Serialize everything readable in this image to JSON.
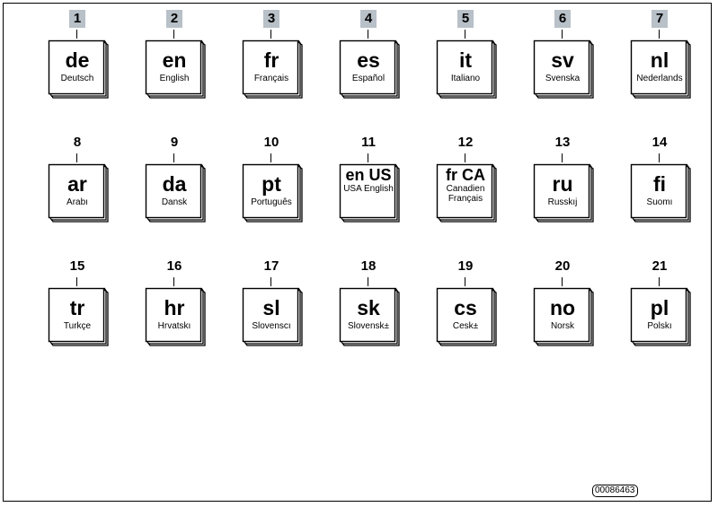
{
  "items": [
    {
      "n": "1",
      "code": "de",
      "name": "Deutsch",
      "hl": true
    },
    {
      "n": "2",
      "code": "en",
      "name": "English",
      "hl": true
    },
    {
      "n": "3",
      "code": "fr",
      "name": "Français",
      "hl": true
    },
    {
      "n": "4",
      "code": "es",
      "name": "Español",
      "hl": true
    },
    {
      "n": "5",
      "code": "it",
      "name": "Italiano",
      "hl": true
    },
    {
      "n": "6",
      "code": "sv",
      "name": "Svenska",
      "hl": true
    },
    {
      "n": "7",
      "code": "nl",
      "name": "Nederlands",
      "hl": true
    },
    {
      "n": "8",
      "code": "ar",
      "name": "Arabı",
      "hl": false
    },
    {
      "n": "9",
      "code": "da",
      "name": "Dansk",
      "hl": false
    },
    {
      "n": "10",
      "code": "pt",
      "name": "Português",
      "hl": false
    },
    {
      "n": "11",
      "code": "en US",
      "name": "USA English",
      "hl": false
    },
    {
      "n": "12",
      "code": "fr CA",
      "name": "Canadien Français",
      "hl": false
    },
    {
      "n": "13",
      "code": "ru",
      "name": "Russkıj",
      "hl": false
    },
    {
      "n": "14",
      "code": "fi",
      "name": "Suomı",
      "hl": false
    },
    {
      "n": "15",
      "code": "tr",
      "name": "Turkçe",
      "hl": false
    },
    {
      "n": "16",
      "code": "hr",
      "name": "Hrvatskı",
      "hl": false
    },
    {
      "n": "17",
      "code": "sl",
      "name": "Slovenscı",
      "hl": false
    },
    {
      "n": "18",
      "code": "sk",
      "name": "Slovensk±",
      "hl": false
    },
    {
      "n": "19",
      "code": "cs",
      "name": "Cesk±",
      "hl": false
    },
    {
      "n": "20",
      "code": "no",
      "name": "Norsk",
      "hl": false
    },
    {
      "n": "21",
      "code": "pl",
      "name": "Polskı",
      "hl": false
    }
  ],
  "ref_number": "00086463",
  "colors": {
    "highlight": "#b8c0c8",
    "line": "#000000"
  }
}
